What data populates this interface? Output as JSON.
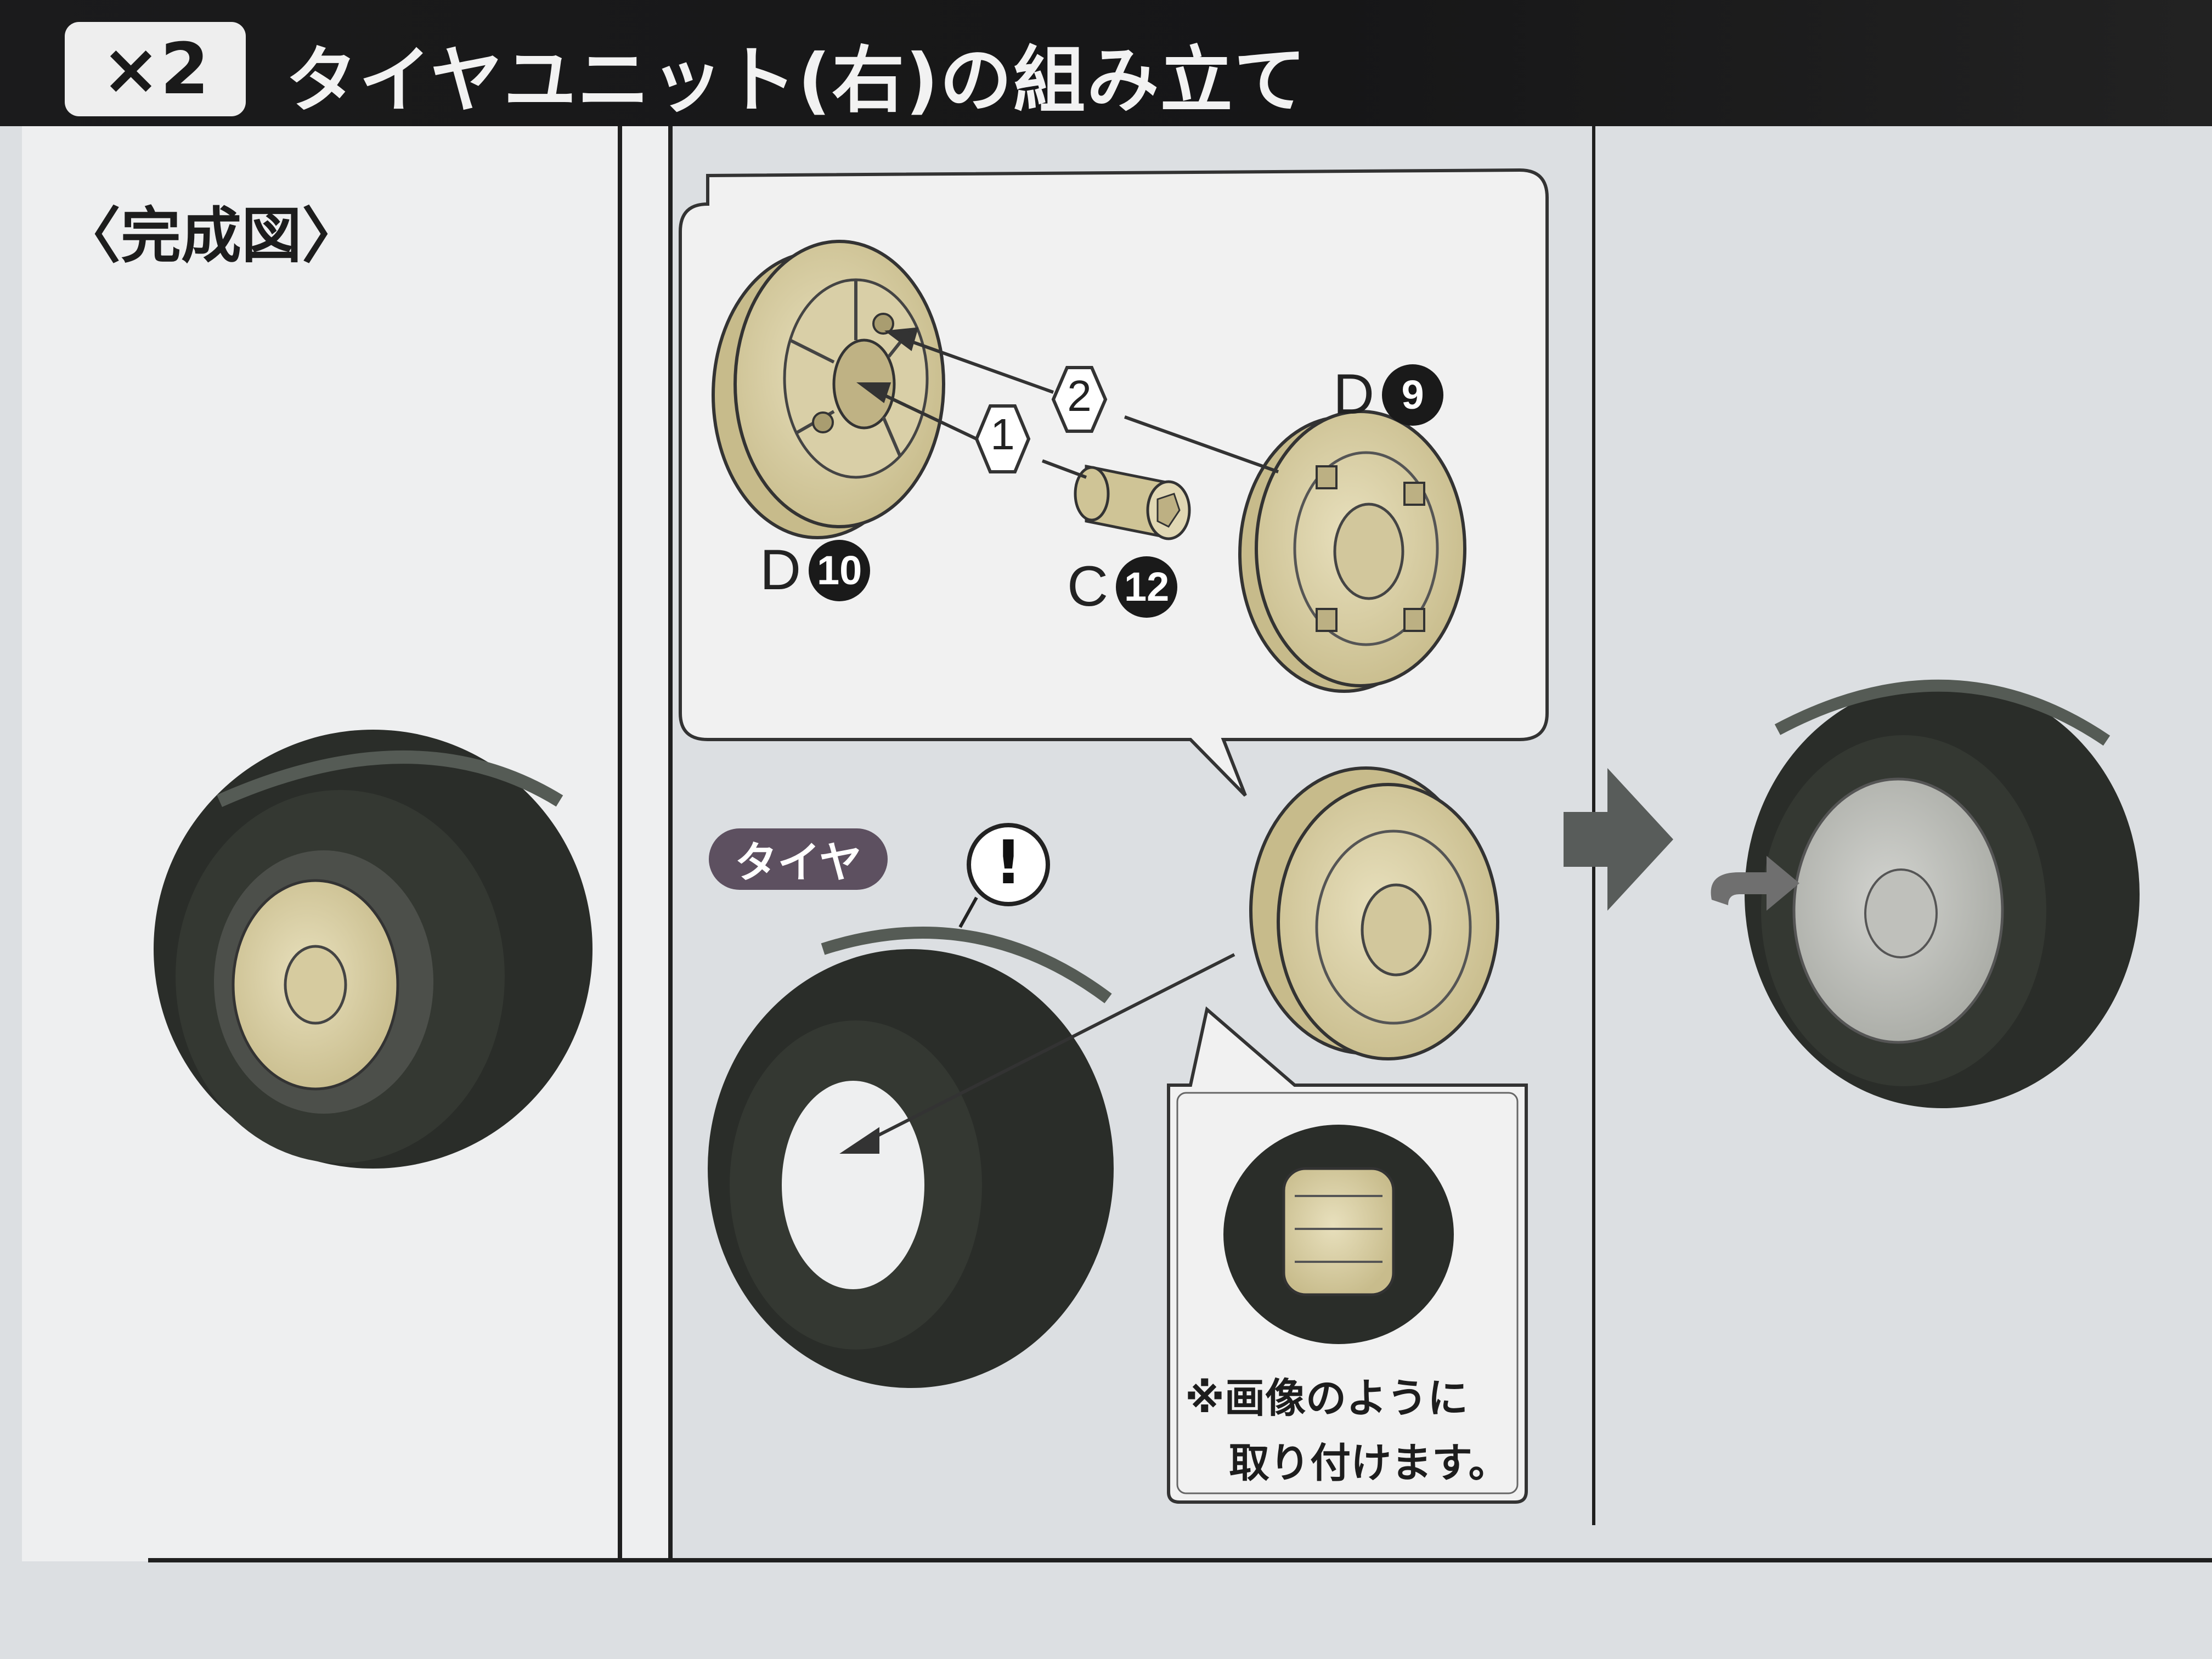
{
  "header": {
    "count_label": "×2",
    "title": "タイヤユニット(右)の組み立て"
  },
  "left_panel": {
    "label": "〈完成図〉"
  },
  "parts": {
    "d10": {
      "letter": "D",
      "number": "10"
    },
    "c12": {
      "letter": "C",
      "number": "12"
    },
    "d9": {
      "letter": "D",
      "number": "9"
    }
  },
  "steps": {
    "step1": "1",
    "step2": "2"
  },
  "tire_tag": "タイヤ",
  "warning_mark": "!",
  "note": {
    "line1": "※画像のように",
    "line2": "取り付けます。"
  },
  "colors": {
    "header_bg": "#1b1b1c",
    "rim": "#d9cfa7",
    "tire": "#2a2d29",
    "arrow": "#4a4a4a",
    "tag_bg": "#5d5060"
  }
}
